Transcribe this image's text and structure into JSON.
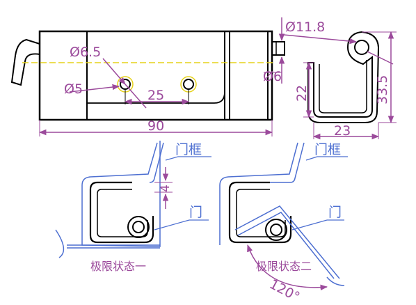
{
  "dimensions": {
    "hole_large": "Ø6.5",
    "hole_small": "Ø5",
    "hole_spacing": "25",
    "overall_length": "90",
    "pin_diameter": "Ø6",
    "barrel_diameter": "Ø11.8",
    "side_height_inner": "22",
    "side_height_outer": "33.5",
    "side_width": "23",
    "clearance": "4",
    "open_angle": "120°"
  },
  "labels": {
    "frame_left": "门框",
    "frame_right": "门框",
    "door_left": "门",
    "door_right": "门"
  },
  "captions": {
    "state_one": "极限状态一",
    "state_two": "极限状态二"
  },
  "colors": {
    "outline": "#000000",
    "dimension": "#9b4a9b",
    "label": "#4d6fd1",
    "axis": "#e6d21a",
    "hole_mark": "#e6d21a"
  }
}
